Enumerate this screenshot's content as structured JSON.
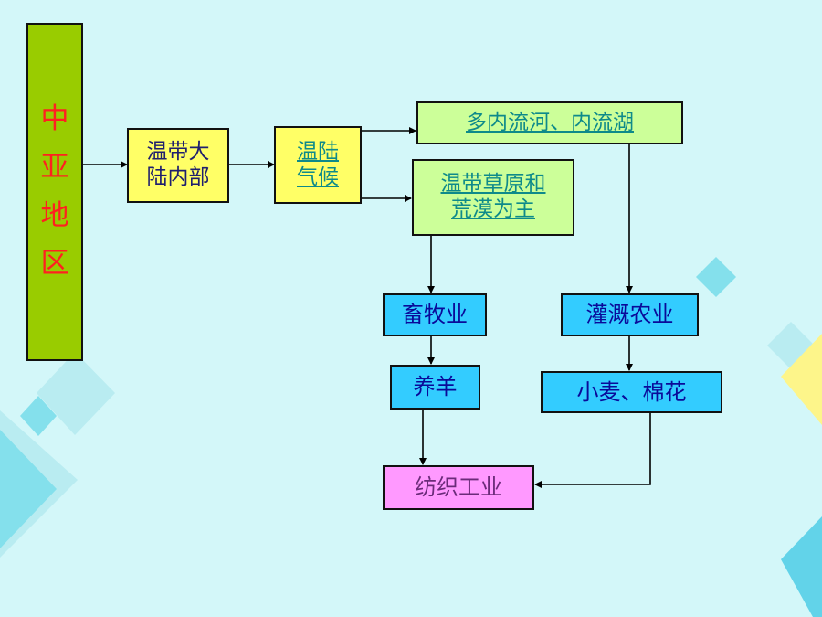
{
  "colors": {
    "background": "#d3f7f9",
    "accent_light": "#b9ecf1",
    "accent_mid": "#84e0ec",
    "accent_dark": "#62d3e9",
    "accent_yellow": "#fdf58a",
    "region_box": "#99cc00",
    "yellow_box": "#ffff66",
    "green_box": "#ccff99",
    "cyan_box": "#33ccff",
    "pink_box": "#ff99ff",
    "red_text": "#ff2020",
    "navy_text": "#1f1f6e",
    "teal_text": "#0e8a8a",
    "blue_text": "#0a0a99",
    "purple_text": "#6b2b7a",
    "arrow": "#000000"
  },
  "diagram": {
    "region": {
      "chars": [
        "中",
        "亚",
        "地",
        "区"
      ]
    },
    "location": {
      "lines": [
        "温带大",
        "陆内部"
      ]
    },
    "climate": {
      "lines": [
        "温陆",
        "气候"
      ]
    },
    "rivers": {
      "text": "多内流河、内流湖"
    },
    "grassland": {
      "lines": [
        "温带草原和",
        "荒漠为主"
      ]
    },
    "animal_husbandry": {
      "text": "畜牧业"
    },
    "irrigation_agriculture": {
      "text": "灌溉农业"
    },
    "sheep": {
      "text": "养羊"
    },
    "wheat_cotton": {
      "text": "小麦、棉花"
    },
    "textile_industry": {
      "text": "纺织工业"
    }
  }
}
